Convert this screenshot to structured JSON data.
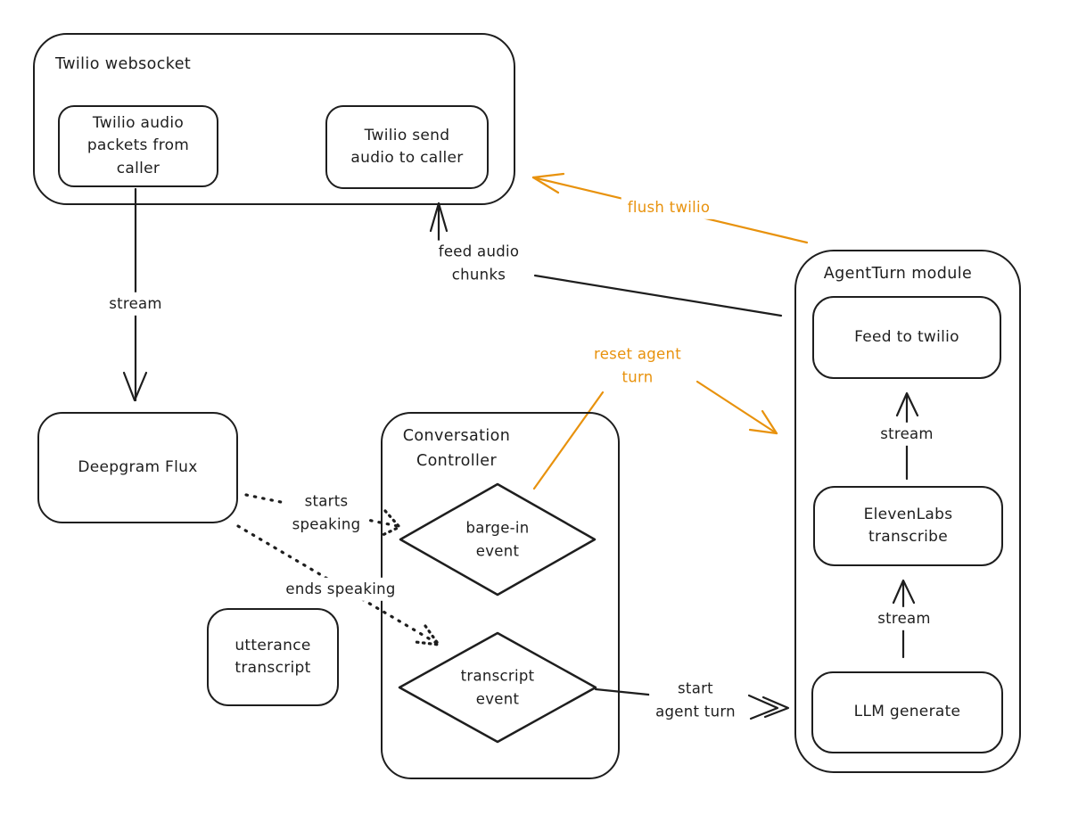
{
  "colors": {
    "stroke": "#1e1e1e",
    "accent": "#e8920d",
    "background": "#ffffff"
  },
  "nodes": {
    "twilio_websocket": "Twilio websocket",
    "twilio_audio_packets": "Twilio audio\npackets from\ncaller",
    "twilio_send_audio": "Twilio send\naudio to caller",
    "deepgram_flux": "Deepgram Flux",
    "utterance_transcript": "utterance\ntranscript",
    "conversation_controller": "Conversation\nController",
    "barge_in_event": "barge-in\nevent",
    "transcript_event": "transcript\nevent",
    "agent_turn_module": "AgentTurn module",
    "feed_to_twilio": "Feed to twilio",
    "elevenlabs_transcribe": "ElevenLabs\ntranscribe",
    "llm_generate": "LLM generate"
  },
  "edges": {
    "stream_caller_to_deepgram": "stream",
    "feed_audio_chunks": "feed audio\nchunks",
    "flush_twilio": "flush twilio",
    "reset_agent_turn": "reset agent\nturn",
    "start_agent_turn": "start\nagent turn",
    "starts_speaking": "starts\nspeaking",
    "ends_speaking": "ends speaking",
    "stream_transcribe_to_feed": "stream",
    "stream_llm_to_transcribe": "stream"
  }
}
